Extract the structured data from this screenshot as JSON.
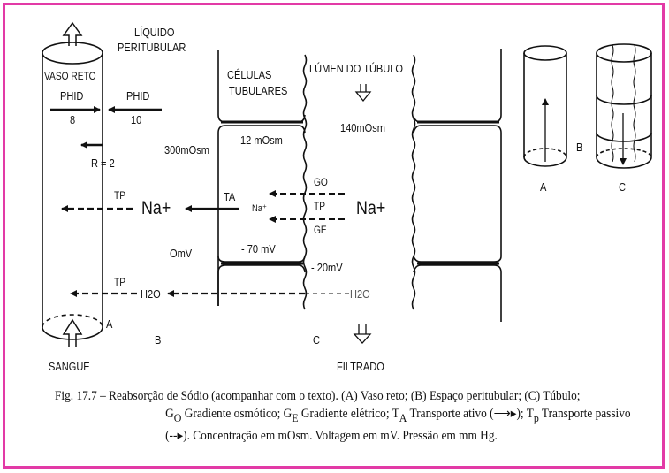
{
  "labels": {
    "liquido": "LÍQUIDO",
    "peritubular": "PERITUBULAR",
    "vaso_reto": "VASO RETO",
    "phid_left": "PHID",
    "phid_left_val": "8",
    "phid_right": "PHID",
    "phid_right_val": "10",
    "r_value": "R = 2",
    "tp_na": "TP",
    "na_big_mid": "Na+",
    "tp_h2o": "TP",
    "h2o_mid": "H2O",
    "a_label": "A",
    "b_label": "B",
    "c_label": "C",
    "sangue": "SANGUE",
    "celulas": "CÉLULAS",
    "tubulares": "TUBULARES",
    "osm_300": "300mOsm",
    "osm_12": "12 mOsm",
    "ta": "TA",
    "na_cell": "Na⁺",
    "omv": "OmV",
    "mv_70": "- 70 mV",
    "lumen": "LÚMEN DO TÚBULO",
    "osm_140": "140mOsm",
    "go": "GO",
    "tp_lumen": "TP",
    "ge": "GE",
    "na_big_lumen": "Na+",
    "mv_20": "- 20mV",
    "h2o_lumen": "H2O",
    "filtrado": "FILTRADO",
    "inset_a": "A",
    "inset_b": "B",
    "inset_c": "C"
  },
  "caption": {
    "line1_prefix": "Fig. 17.7 – ",
    "line1": "Reabsorção de Sódio (acompanhar com o texto). (A) Vaso reto; (B) Espaço peritubular; (C) Túbulo;",
    "go_main": "G",
    "go_sub": "O",
    "go_text": " Gradiente osmótico; ",
    "ge_main": "G",
    "ge_sub": "E",
    "ge_text": " Gradiente elétrico; ",
    "ta_main": "T",
    "ta_sub": "A",
    "ta_text": " Transporte ativo (⟶▸); ",
    "tp_main": "T",
    "tp_sub": "p",
    "tp_text": " Transporte passivo",
    "line3": "(--▸). Concentração em mOsm. Voltagem em mV. Pressão em mm Hg."
  },
  "colors": {
    "frame": "#e23aa6",
    "ink": "#111111"
  }
}
